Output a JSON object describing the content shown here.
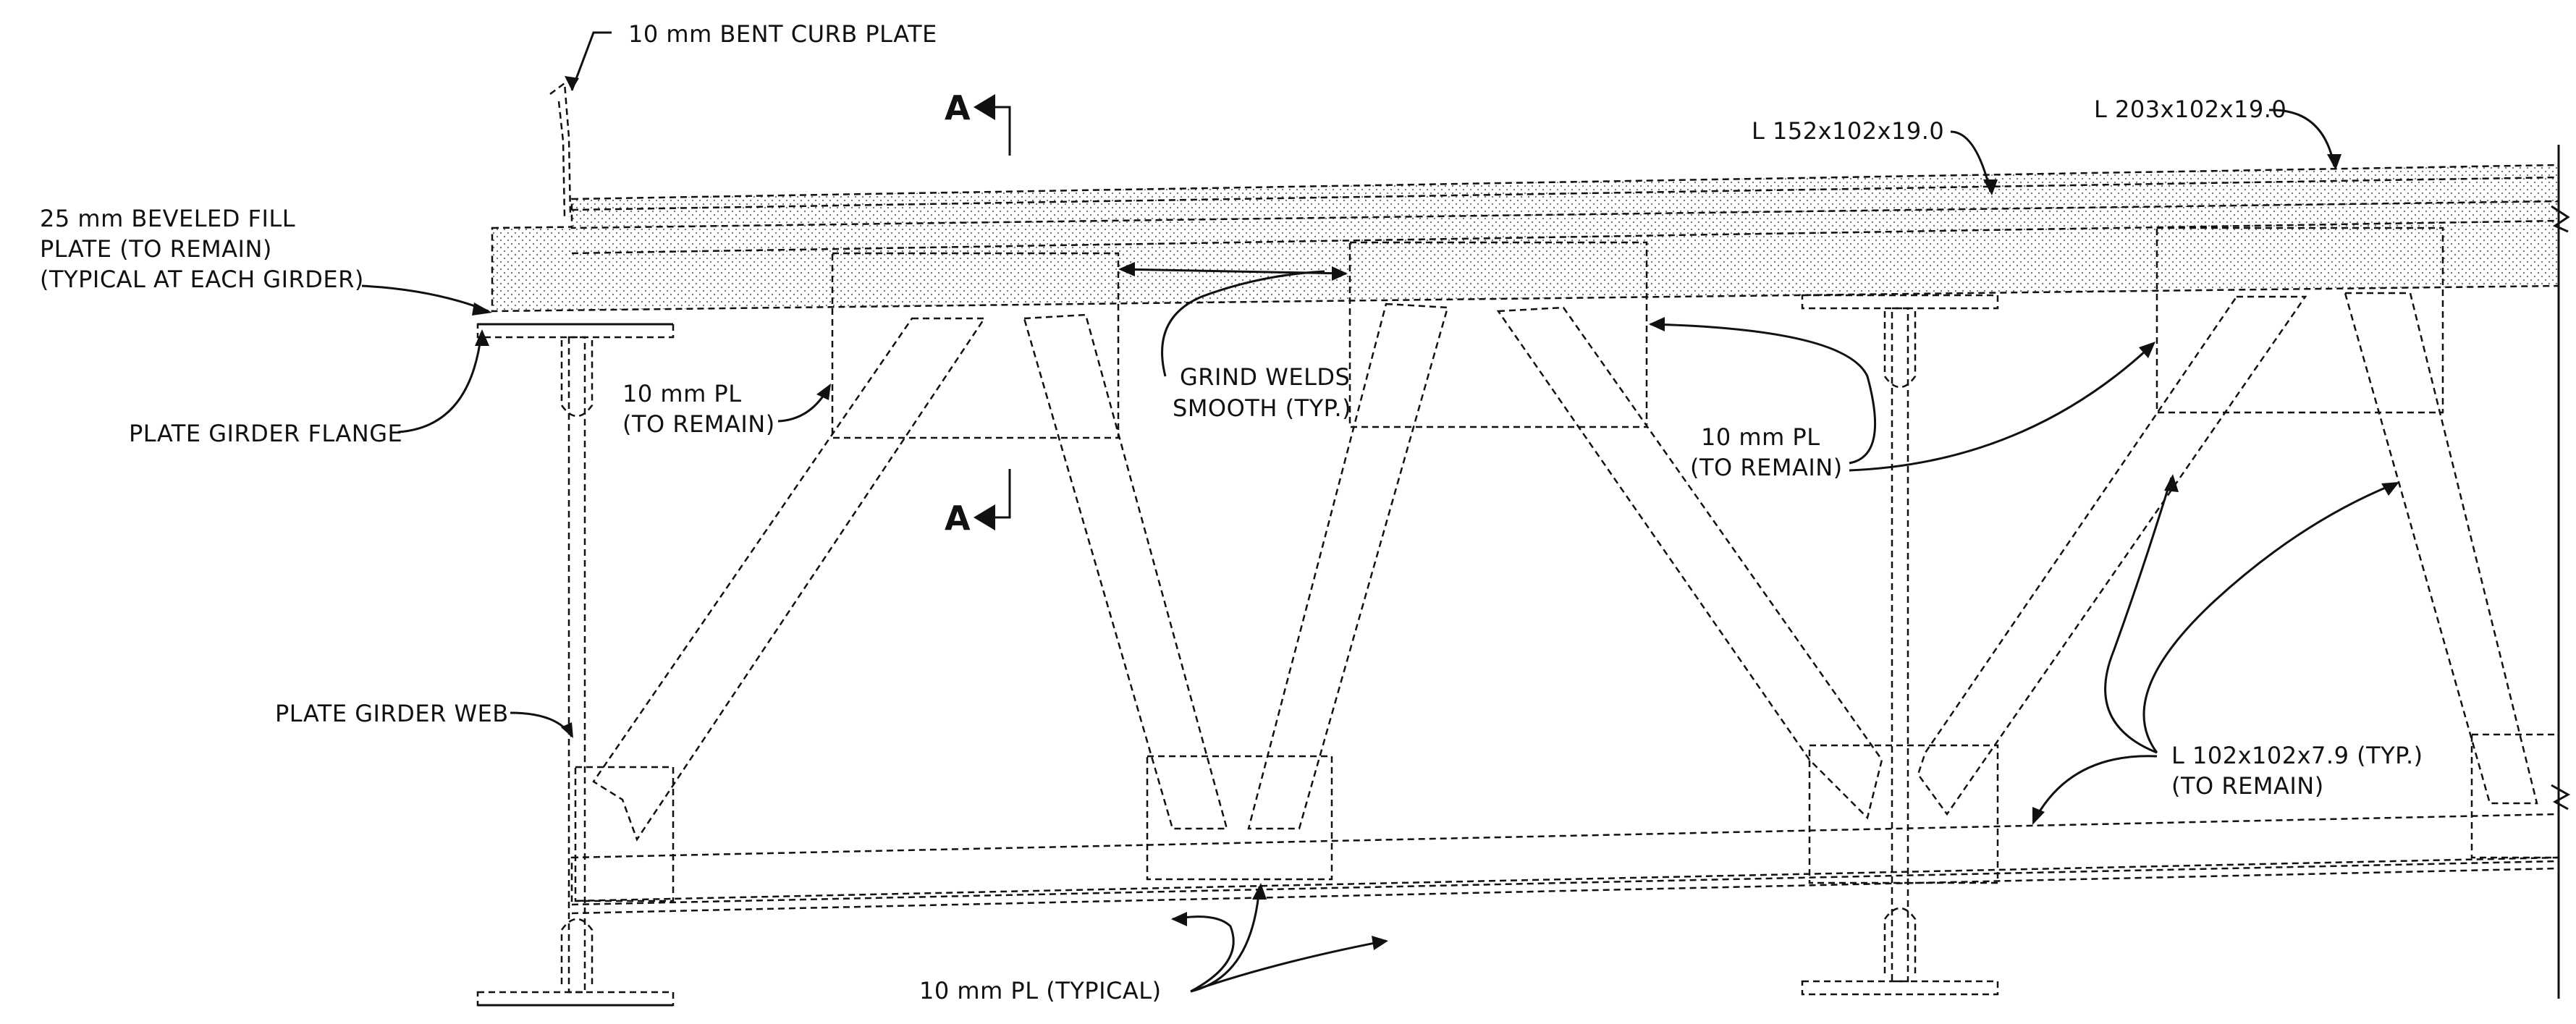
{
  "labels": {
    "curb_plate": "10 mm BENT CURB PLATE",
    "fill_plate_1": "25 mm BEVELED FILL",
    "fill_plate_2": "PLATE (TO REMAIN)",
    "fill_plate_3": "(TYPICAL AT EACH GIRDER)",
    "girder_flange": "PLATE GIRDER FLANGE",
    "pl_left_1": "10 mm PL",
    "pl_left_2": "(TO REMAIN)",
    "grind_1": "GRIND WELDS",
    "grind_2": "SMOOTH (TYP.)",
    "pl_right_1": "10 mm PL",
    "pl_right_2": "(TO REMAIN)",
    "angle_152": "L 152x102x19.0",
    "angle_203": "L 203x102x19.0",
    "girder_web": "PLATE GIRDER WEB",
    "angle_102_1": "L 102x102x7.9 (TYP.)",
    "angle_102_2": "(TO REMAIN)",
    "pl_typical": "10 mm PL (TYPICAL)",
    "section_top": "A",
    "section_bottom": "A"
  },
  "icons": [
    "section-cut-arrow-top",
    "section-cut-arrow-bottom"
  ]
}
